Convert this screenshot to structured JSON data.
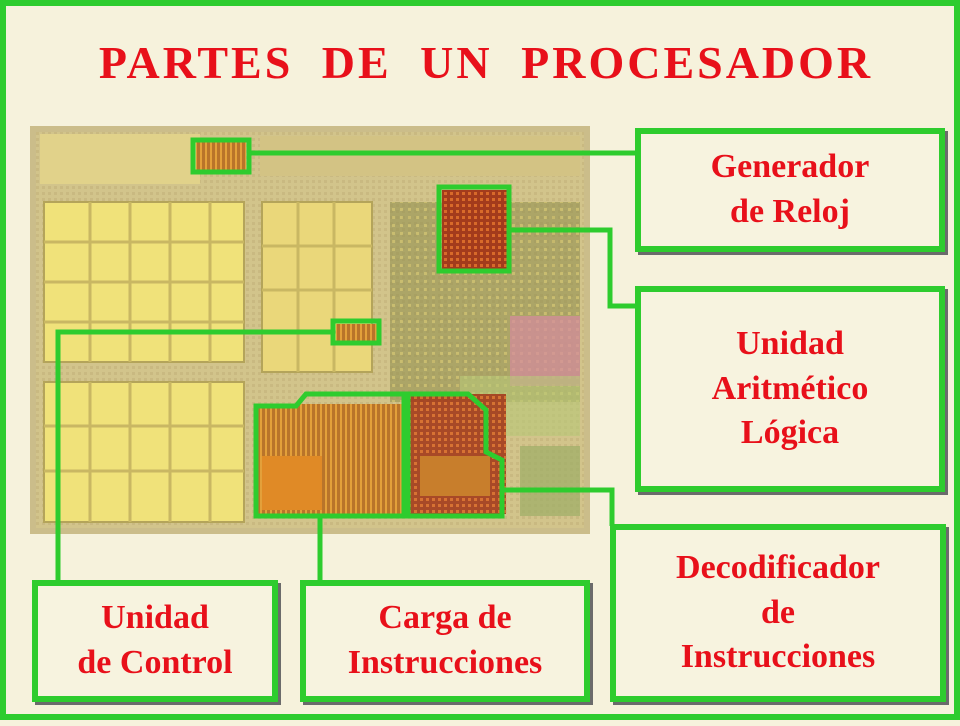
{
  "title": "PARTES DE UN PROCESADOR",
  "labels": {
    "generador": [
      "Generador",
      "de Reloj"
    ],
    "alu": [
      "Unidad",
      "Aritmético",
      "Lógica"
    ],
    "decodificador": [
      "Decodificador",
      "de",
      "Instrucciones"
    ],
    "control": [
      "Unidad",
      "de Control"
    ],
    "carga": [
      "Carga de",
      "Instrucciones"
    ]
  },
  "colors": {
    "accent": "#2ecc2e",
    "text": "#e8101a",
    "background": "#f6f2dc"
  }
}
